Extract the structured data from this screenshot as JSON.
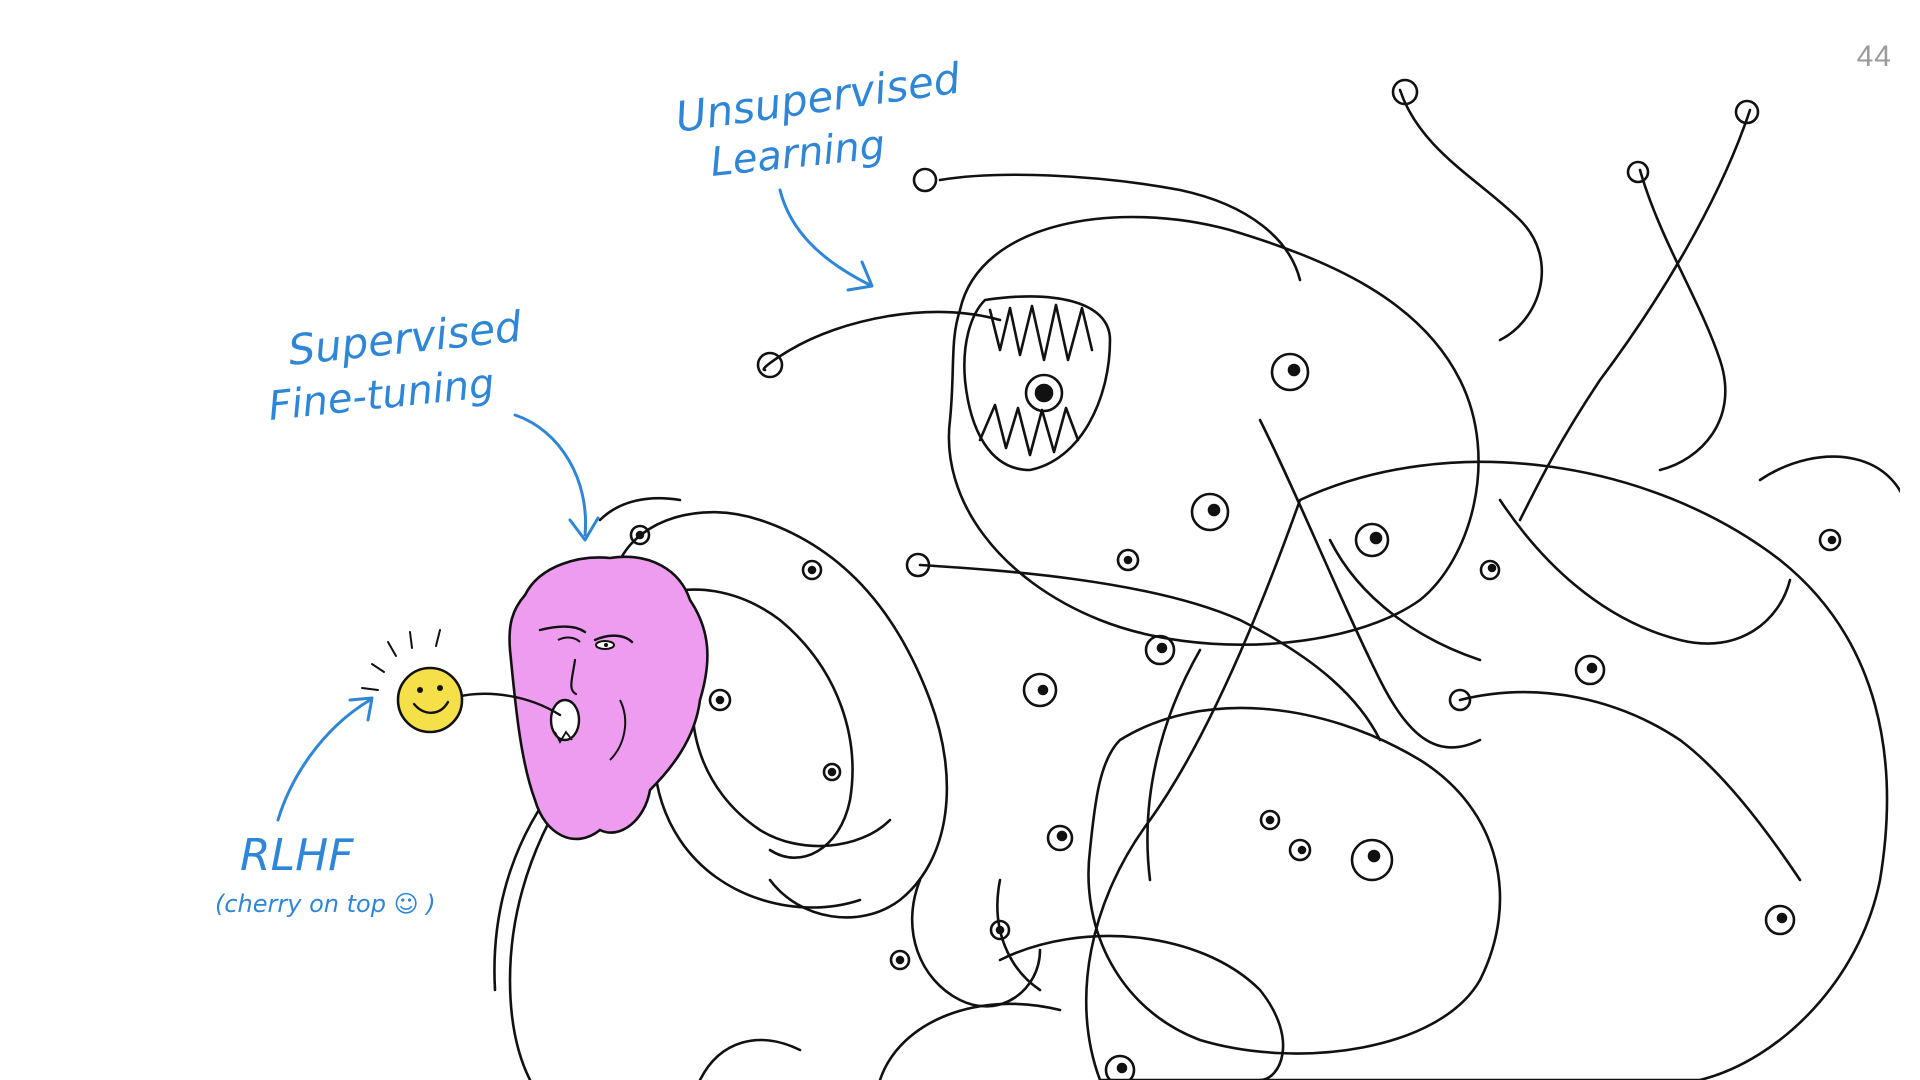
{
  "page": {
    "number": "44"
  },
  "labels": {
    "unsupervised_line1": "Unsupervised",
    "unsupervised_line2": "Learning",
    "supervised_line1": "Supervised",
    "supervised_line2": "Fine-tuning",
    "rlhf": "RLHF",
    "rlhf_note": "(cherry on top ☺ )"
  },
  "colors": {
    "annotation": "#2f86d6",
    "mask": "#ee9cf0",
    "smiley": "#f6e04a",
    "ink": "#111111",
    "page_number": "#9a9a9a"
  },
  "icons": {
    "monster": "shoggoth-illustration",
    "mask": "human-face-mask",
    "smiley": "smiley-face"
  }
}
